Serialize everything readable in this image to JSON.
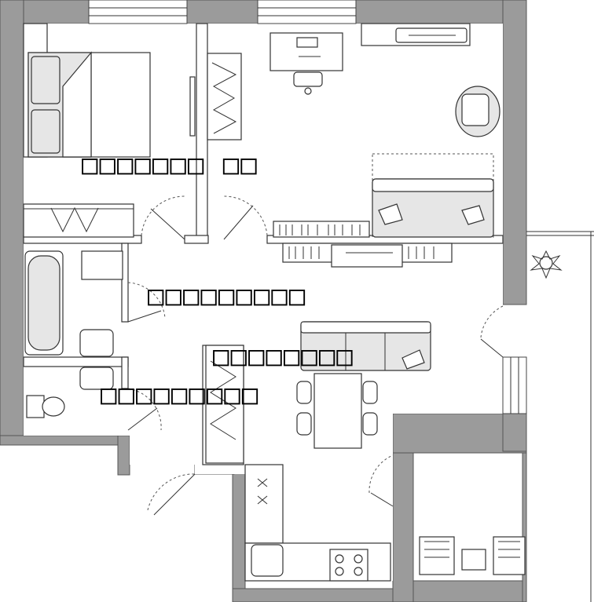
{
  "plan": {
    "labels": [
      {
        "id": "bedroom",
        "text": "□□□□□□□ □□"
      },
      {
        "id": "hallway",
        "text": "□□□□□□□□□"
      },
      {
        "id": "living",
        "text": "□□□□□□□□"
      },
      {
        "id": "bathroom",
        "text": "□□□□□□□□□"
      }
    ]
  }
}
